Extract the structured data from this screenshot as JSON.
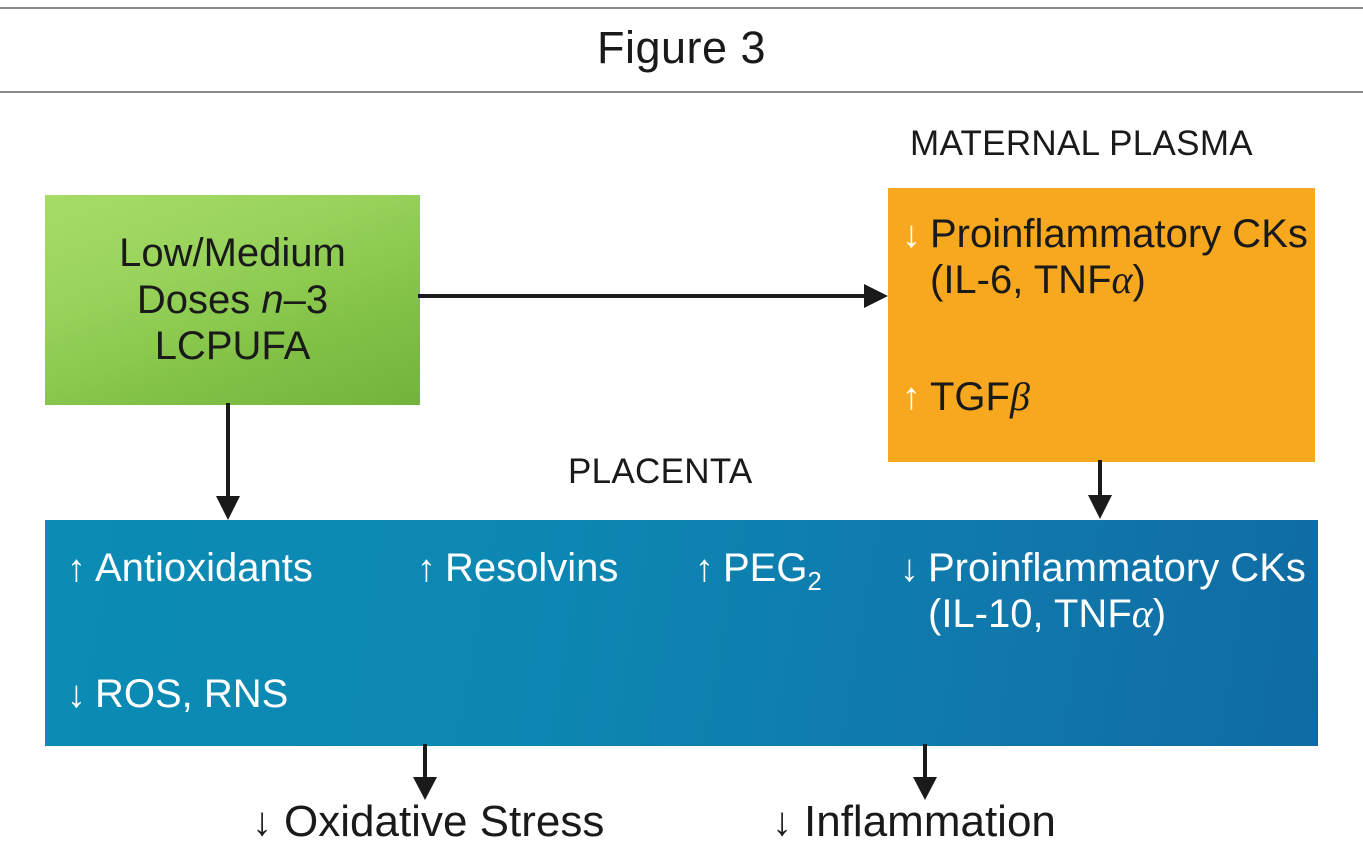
{
  "figure": {
    "title": "Figure 3"
  },
  "captions": {
    "maternal_plasma": "MATERNAL PLASMA",
    "placenta": "PLACENTA"
  },
  "intervention_box": {
    "name": "Low/Medium Doses n-3 LCPUFA",
    "lines": [
      "Low/Medium",
      "Doses n–3",
      "LCPUFA"
    ],
    "line1": "Low/Medium",
    "line2_pre": "Doses ",
    "line2_italic": "n",
    "line2_post": "–3",
    "line3": "LCPUFA",
    "color_top": "#a6dc66",
    "color_bottom": "#72b33b"
  },
  "maternal_plasma_box": {
    "color": "#f7a81e",
    "rows": [
      {
        "arrow": "↓",
        "direction": "down",
        "text_pre": "Proinflammatory CKs (IL-6, TNF",
        "text_symbol": "α",
        "text_post": ")",
        "full_text": "↓ Proinflammatory CKs (IL-6, TNFα)"
      },
      {
        "arrow": "↑",
        "direction": "up",
        "text_pre": "TGF",
        "text_symbol": "β",
        "text_post": "",
        "full_text": "↑ TGFβ"
      }
    ]
  },
  "placenta_box": {
    "color_left": "#0b8cb5",
    "color_right": "#0f6ba3",
    "rows": [
      {
        "arrow": "↑",
        "direction": "up",
        "text": "Antioxidants",
        "full_text": "↑ Antioxidants"
      },
      {
        "arrow": "↑",
        "direction": "up",
        "text": "Resolvins",
        "full_text": "↑ Resolvins"
      },
      {
        "arrow": "↑",
        "direction": "up",
        "text_pre": "PEG",
        "text_sub": "2",
        "full_text": "↑ PEG₂"
      },
      {
        "arrow": "↓",
        "direction": "down",
        "text_pre": "Proinflammatory CKs (IL-10, TNF",
        "text_symbol": "α",
        "text_post": ")",
        "full_text": "↓ Proinflammatory CKs (IL-10, TNFα)"
      },
      {
        "arrow": "↓",
        "direction": "down",
        "text": "ROS, RNS",
        "full_text": "↓ ROS, RNS"
      }
    ]
  },
  "outcomes": [
    {
      "arrow": "↓",
      "text": "Oxidative Stress",
      "full_text": "↓ Oxidative Stress"
    },
    {
      "arrow": "↓",
      "text": "Inflammation",
      "full_text": "↓ Inflammation"
    }
  ],
  "connectors": {
    "intervention_to_maternal_plasma": "arrow-right",
    "intervention_to_placenta": "arrow-down",
    "maternal_plasma_to_placenta": "arrow-down",
    "placenta_to_oxidative_stress": "arrow-down",
    "placenta_to_inflammation": "arrow-down"
  },
  "colors": {
    "arrow_stroke": "#1a1a1a",
    "text_dark": "#1a1a1a",
    "text_light": "#ffffff",
    "rule": "#8a8a8a"
  }
}
